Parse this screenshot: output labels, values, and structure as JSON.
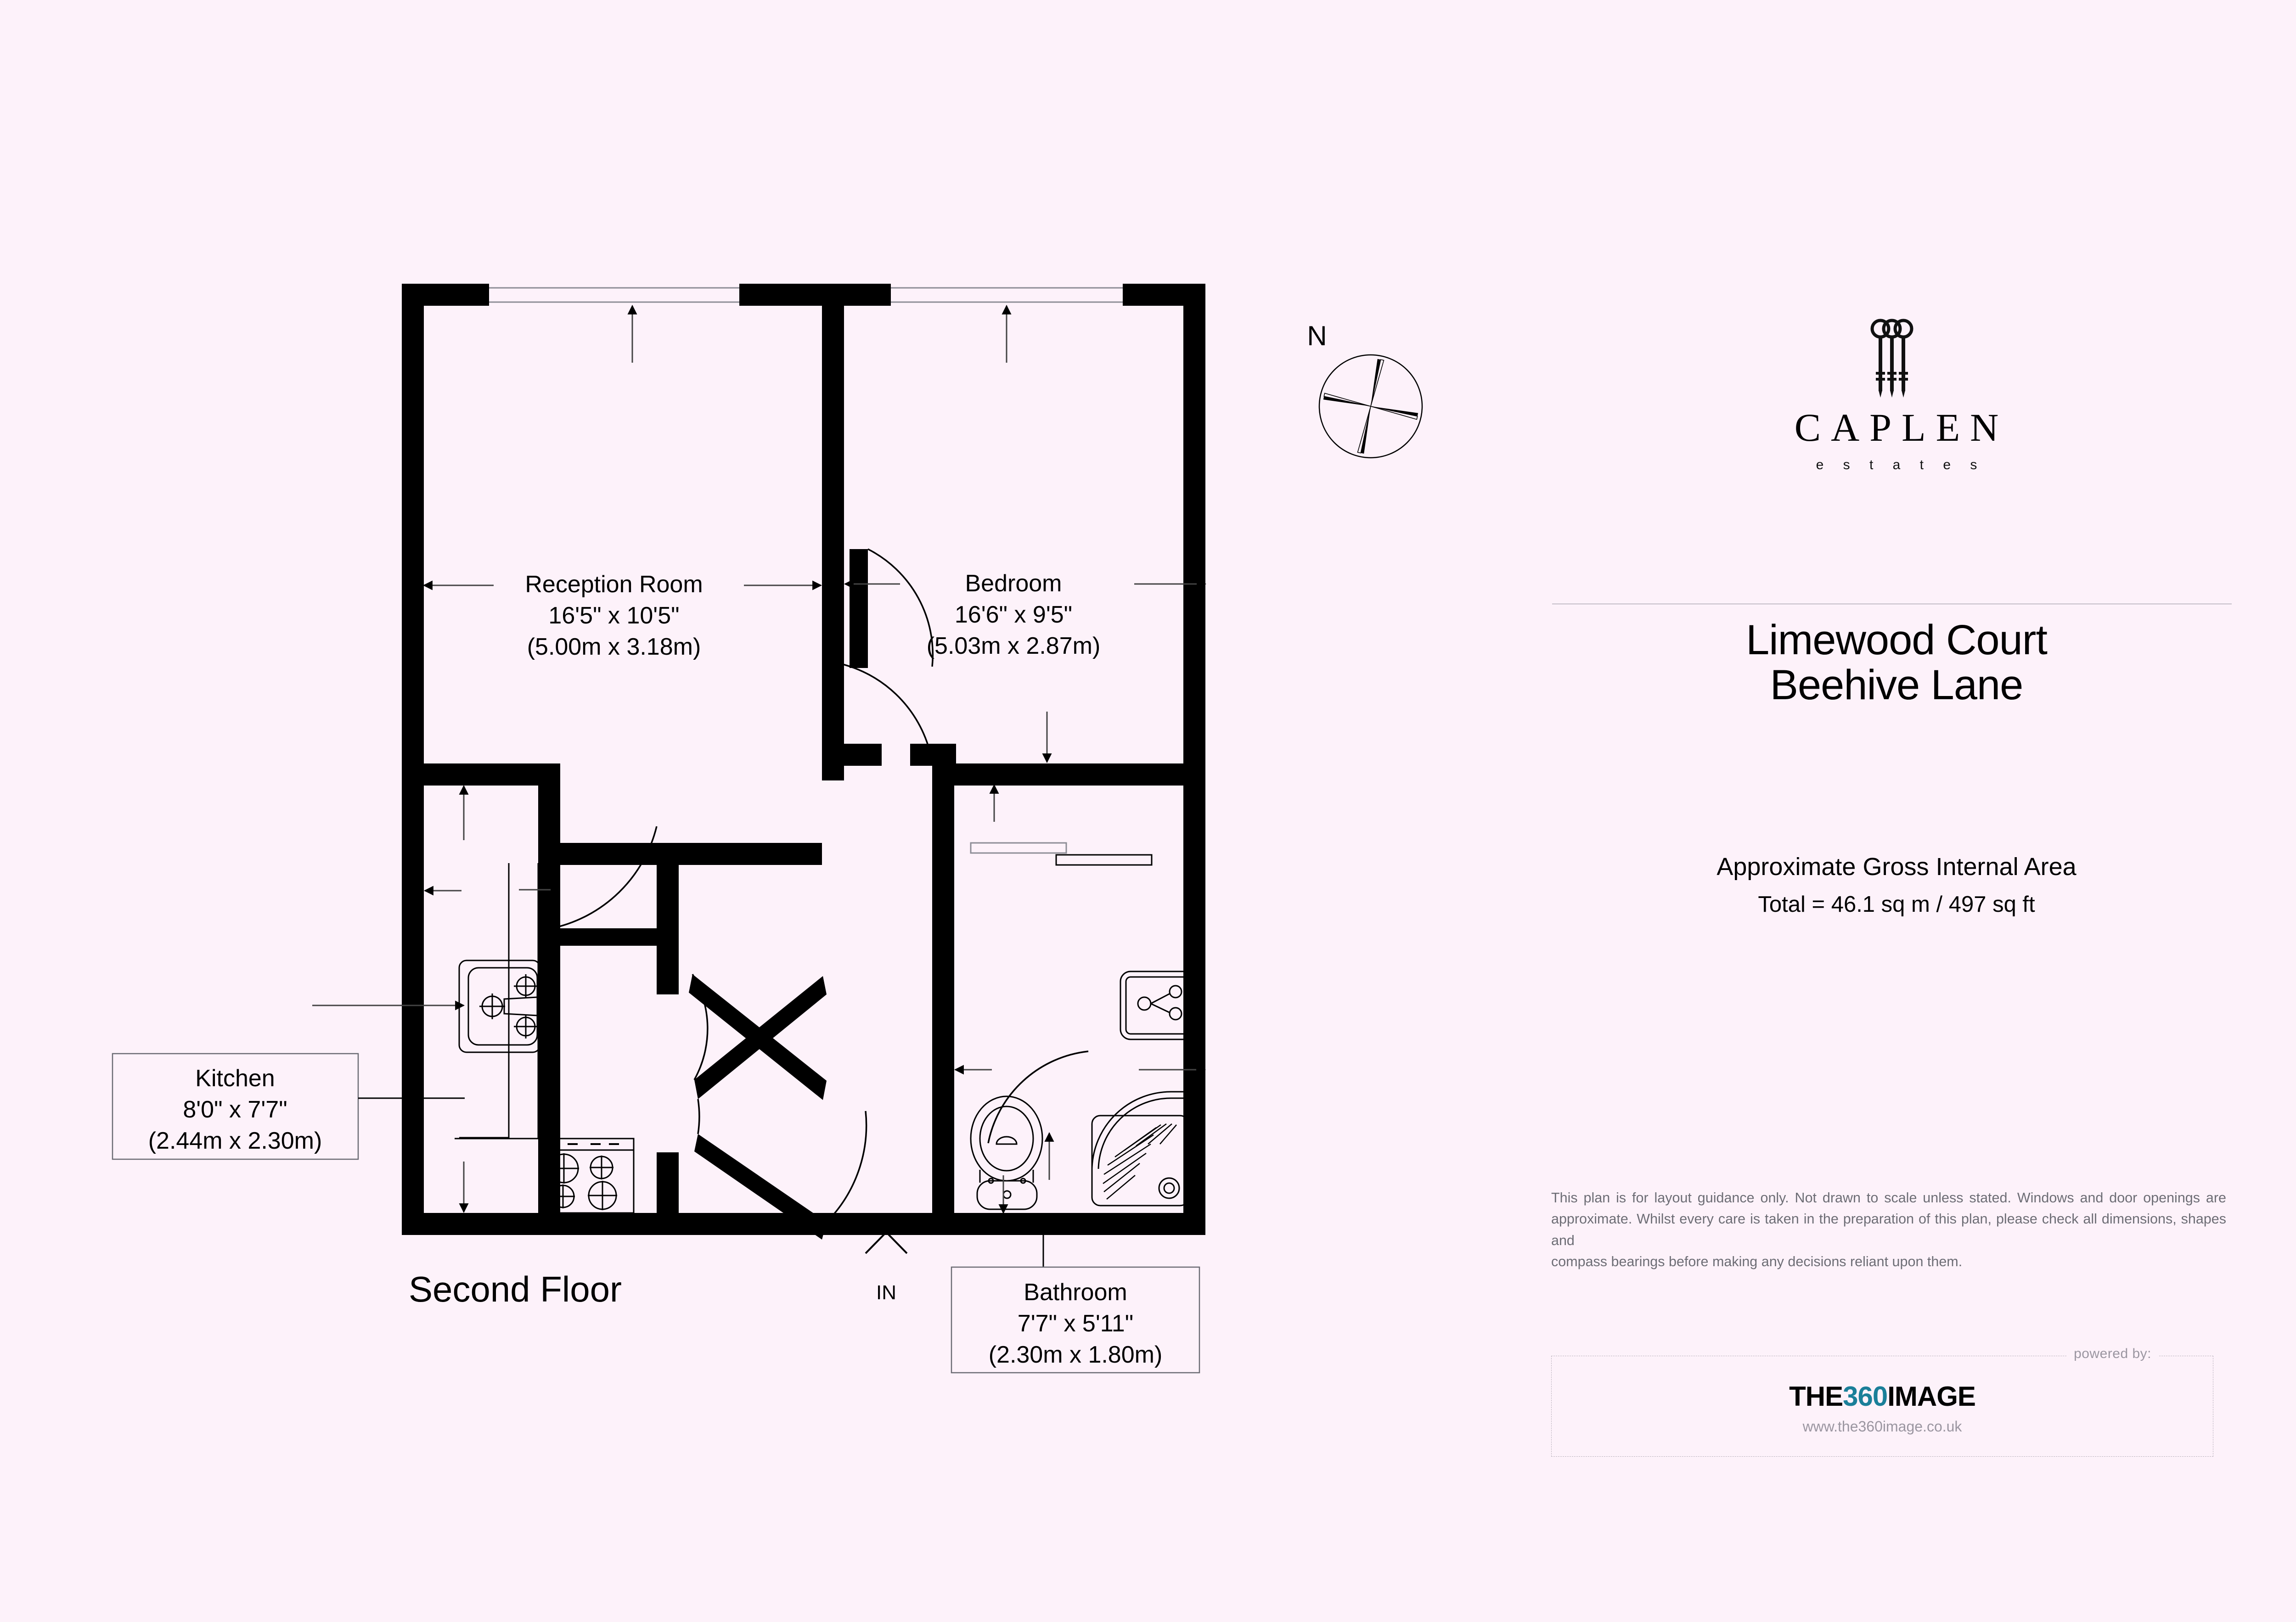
{
  "background_color": "#fdf2fa",
  "wall_color": "#000000",
  "accent_color": "#1a7f99",
  "plan": {
    "floor_title": "Second Floor",
    "entrance_label": "IN",
    "compass_label": "N",
    "rooms": [
      {
        "key": "reception",
        "name": "Reception Room",
        "dim_imperial": "16'5\" x 10'5\"",
        "dim_metric": "(5.00m x 3.18m)"
      },
      {
        "key": "bedroom",
        "name": "Bedroom",
        "dim_imperial": "16'6\" x 9'5\"",
        "dim_metric": "(5.03m x 2.87m)"
      },
      {
        "key": "kitchen",
        "name": "Kitchen",
        "dim_imperial": "8'0\" x 7'7\"",
        "dim_metric": "(2.44m x 2.30m)"
      },
      {
        "key": "bathroom",
        "name": "Bathroom",
        "dim_imperial": "7'7\" x 5'11\"",
        "dim_metric": "(2.30m x 1.80m)"
      }
    ]
  },
  "branding": {
    "name": "CAPLEN",
    "subtitle": "e s t a t e s"
  },
  "property": {
    "line1": "Limewood Court",
    "line2": "Beehive Lane"
  },
  "area": {
    "heading": "Approximate Gross Internal Area",
    "total": "Total = 46.1 sq m / 497 sq ft"
  },
  "disclaimer": {
    "line1": "This plan is for layout guidance only. Not drawn to scale unless stated.",
    "line2": "Windows and door openings are approximate. Whilst every care is taken",
    "line3": "in the preparation of this plan, please check all dimensions, shapes and",
    "line4": "compass bearings before making any decisions reliant upon them."
  },
  "footer": {
    "powered_by": "powered by:",
    "logo_part1": "THE",
    "logo_part2": "360",
    "logo_part3": "IMAGE",
    "url": "www.the360image.co.uk"
  }
}
